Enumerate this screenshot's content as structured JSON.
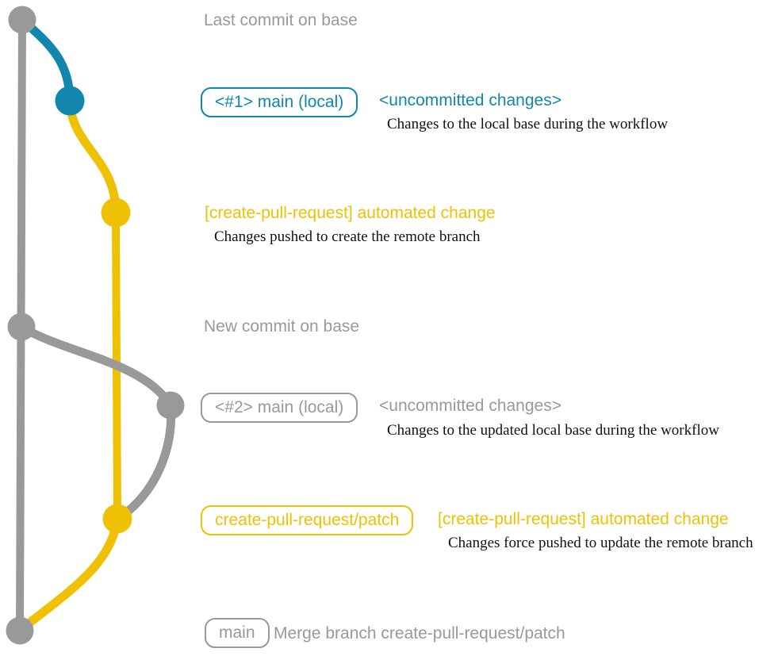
{
  "colors": {
    "gray": "#999999",
    "blue": "#1286ad",
    "yellow": "#eec104",
    "ink": "#111111",
    "background": "#ffffff"
  },
  "diagram": {
    "top": {
      "base_label": "Last commit on base"
    },
    "section1": {
      "branch_tag": "<#1> main (local)",
      "status": "<uncommitted changes>",
      "note": "Changes to the local base during the workflow"
    },
    "commit1": {
      "message": "[create-pull-request] automated change",
      "note": "Changes pushed to create the remote branch"
    },
    "middle": {
      "base_label": "New commit on base"
    },
    "section2": {
      "branch_tag": "<#2> main (local)",
      "status": "<uncommitted changes>",
      "note": "Changes to the updated local base during the workflow"
    },
    "commit2": {
      "branch_tag": "create-pull-request/patch",
      "message": "[create-pull-request] automated change",
      "note": "Changes force pushed to update the remote branch"
    },
    "bottom": {
      "branch_tag": "main",
      "message": "Merge branch create-pull-request/patch"
    }
  }
}
